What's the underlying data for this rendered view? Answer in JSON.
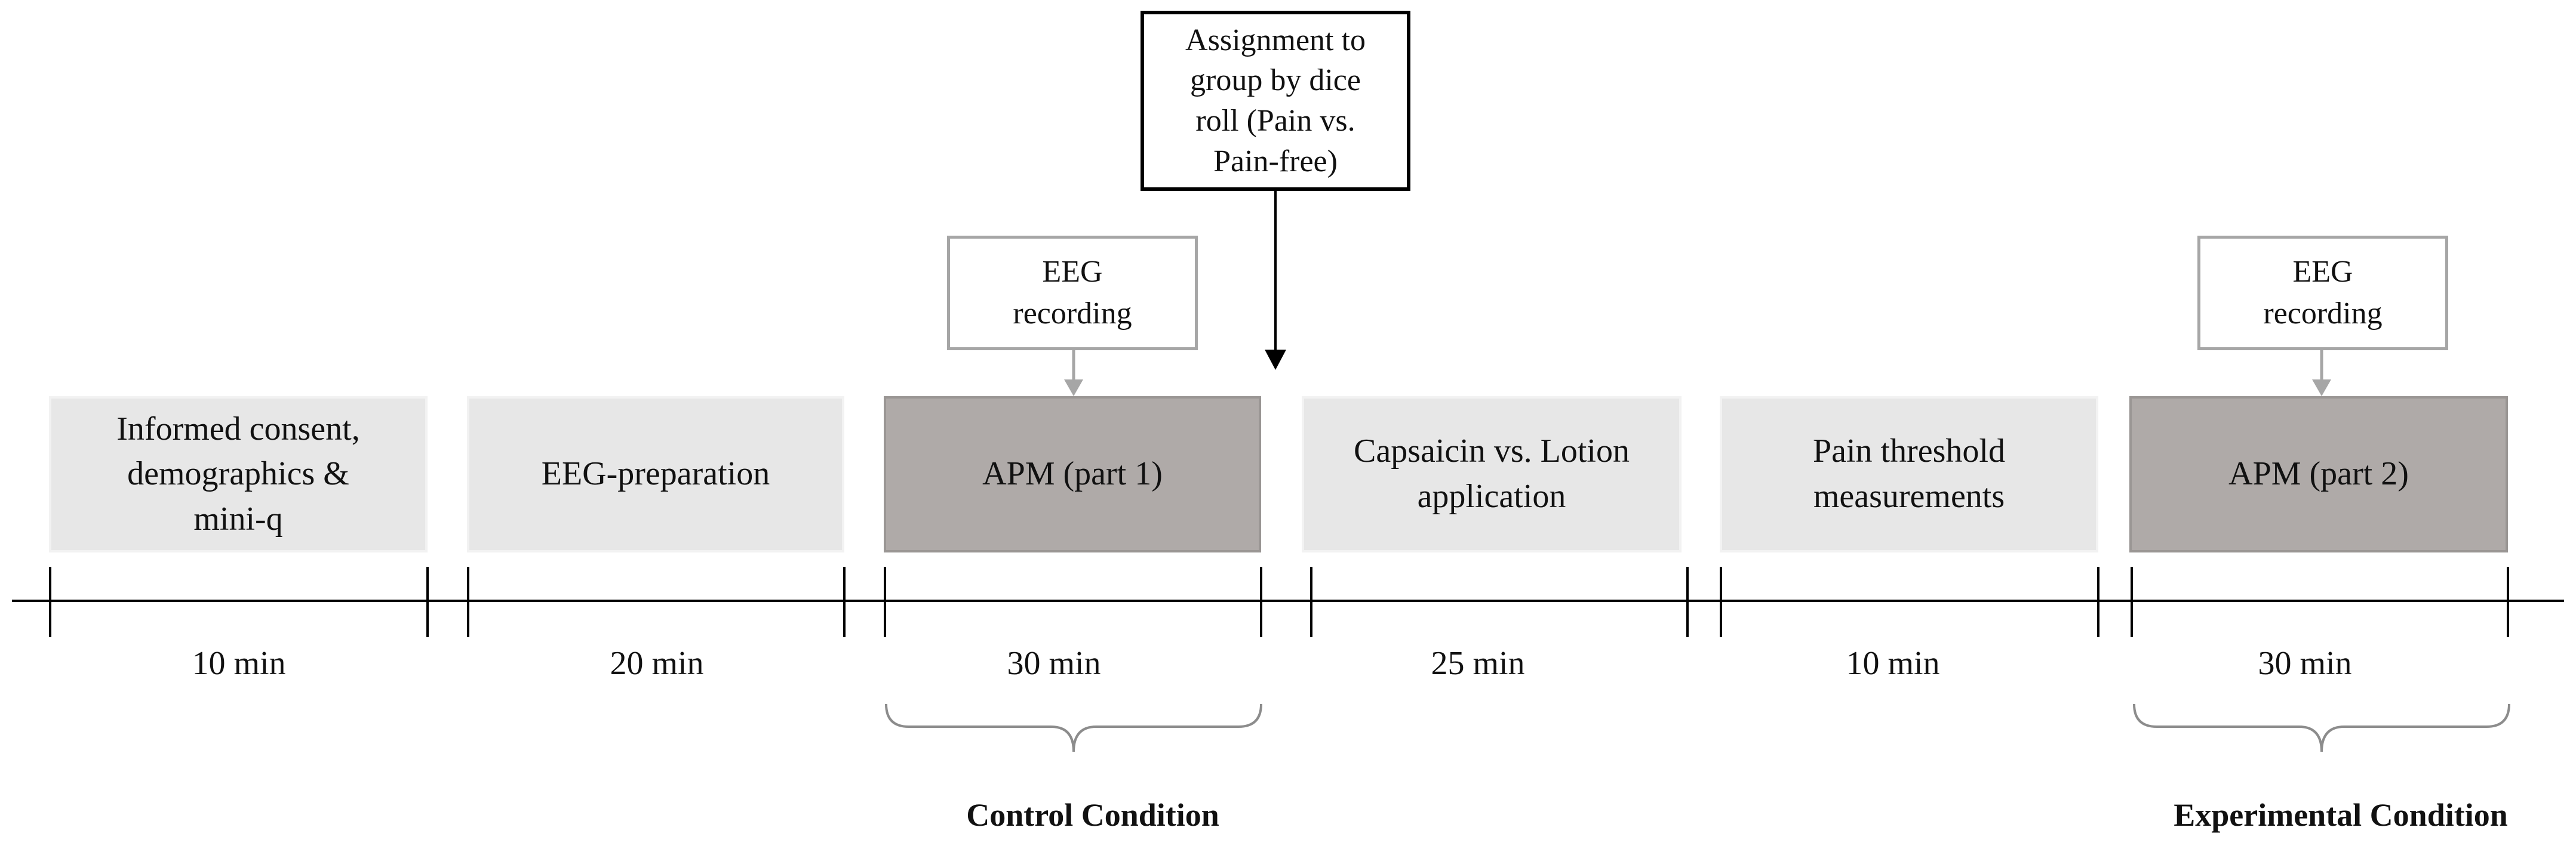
{
  "assignment": {
    "text": "Assignment to\ngroup by dice\nroll (Pain vs.\nPain-free)"
  },
  "eeg_notes": [
    {
      "text": "EEG\nrecording"
    },
    {
      "text": "EEG\nrecording"
    }
  ],
  "steps": [
    {
      "label": "Informed consent,\ndemographics &\nmini-q",
      "duration": "10 min",
      "style": "light"
    },
    {
      "label": "EEG-preparation",
      "duration": "20 min",
      "style": "light"
    },
    {
      "label": "APM (part 1)",
      "duration": "30 min",
      "style": "dark"
    },
    {
      "label": "Capsaicin vs. Lotion\napplication",
      "duration": "25 min",
      "style": "light"
    },
    {
      "label": "Pain threshold\nmeasurements",
      "duration": "10 min",
      "style": "light"
    },
    {
      "label": "APM (part 2)",
      "duration": "30 min",
      "style": "dark"
    }
  ],
  "conditions": [
    {
      "label": "Control Condition"
    },
    {
      "label": "Experimental Condition"
    }
  ],
  "colors": {
    "light_box": "#e7e7e7",
    "dark_box": "#afaaa8",
    "connector": "#a6a6a6",
    "line": "#000000"
  }
}
